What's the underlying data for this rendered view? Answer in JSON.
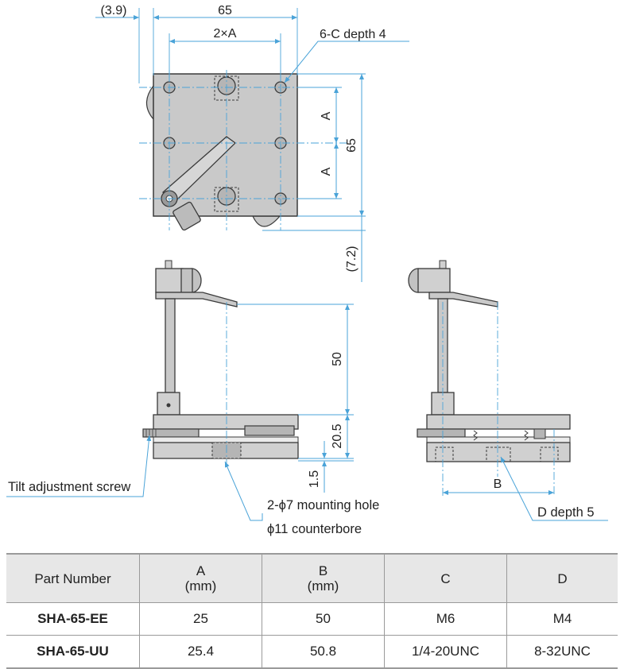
{
  "drawing": {
    "dims": {
      "offset_left": "(3.9)",
      "width_top": "65",
      "hole_spacing_x": "2×A",
      "tapped_holes": "6-C depth 4",
      "spacing_a1": "A",
      "spacing_a2": "A",
      "height_side": "65",
      "offset_bottom": "(7.2)",
      "post_height": "50",
      "base_height": "20.5",
      "gap": "1.5",
      "b_spacing": "B"
    },
    "labels": {
      "tilt_screw": "Tilt adjustment screw",
      "mounting_hole": "2-ϕ7 mounting hole",
      "counterbore": "ϕ11 counterbore",
      "d_depth": "D depth 5"
    }
  },
  "spec_table": {
    "headers": [
      {
        "line1": "Part Number",
        "line2": ""
      },
      {
        "line1": "A",
        "line2": "(mm)"
      },
      {
        "line1": "B",
        "line2": "(mm)"
      },
      {
        "line1": "C",
        "line2": ""
      },
      {
        "line1": "D",
        "line2": ""
      }
    ],
    "rows": [
      [
        "SHA-65-EE",
        "25",
        "50",
        "M6",
        "M4"
      ],
      [
        "SHA-65-UU",
        "25.4",
        "50.8",
        "1/4-20UNC",
        "8-32UNC"
      ]
    ]
  },
  "colors": {
    "dimension_line": "#4aa3d8",
    "outline": "#3a3a3a",
    "body_fill": "#c9c9c9",
    "table_header": "#e7e7e7"
  }
}
